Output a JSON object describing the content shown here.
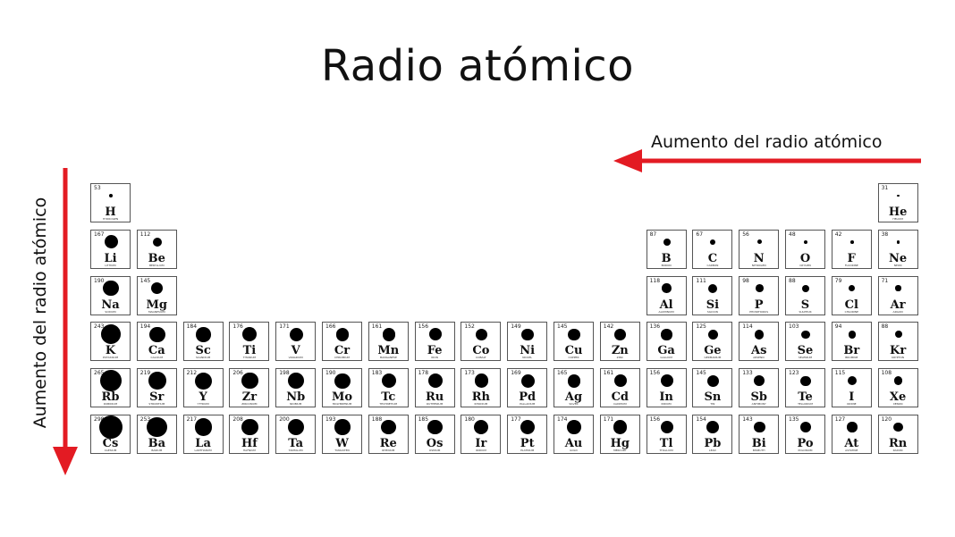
{
  "title": "Radio atómico",
  "arrows": {
    "horizontal_label": "Aumento del radio atómico",
    "vertical_label": "Aumento del radio atómico",
    "color": "#e31b23"
  },
  "elements": [
    {
      "s": "H",
      "n": "HYDROGEN",
      "r": 53,
      "row": 1,
      "col": 1
    },
    {
      "s": "He",
      "n": "HELIUM",
      "r": 31,
      "row": 1,
      "col": 18
    },
    {
      "s": "Li",
      "n": "LITHIUM",
      "r": 167,
      "row": 2,
      "col": 1
    },
    {
      "s": "Be",
      "n": "BERYLLIUM",
      "r": 112,
      "row": 2,
      "col": 2
    },
    {
      "s": "B",
      "n": "BORON",
      "r": 87,
      "row": 2,
      "col": 13
    },
    {
      "s": "C",
      "n": "CARBON",
      "r": 67,
      "row": 2,
      "col": 14
    },
    {
      "s": "N",
      "n": "NITROGEN",
      "r": 56,
      "row": 2,
      "col": 15
    },
    {
      "s": "O",
      "n": "OXYGEN",
      "r": 48,
      "row": 2,
      "col": 16
    },
    {
      "s": "F",
      "n": "FLUORINE",
      "r": 42,
      "row": 2,
      "col": 17
    },
    {
      "s": "Ne",
      "n": "NEON",
      "r": 38,
      "row": 2,
      "col": 18
    },
    {
      "s": "Na",
      "n": "SODIUM",
      "r": 190,
      "row": 3,
      "col": 1
    },
    {
      "s": "Mg",
      "n": "MAGNESIUM",
      "r": 145,
      "row": 3,
      "col": 2
    },
    {
      "s": "Al",
      "n": "ALUMINIUM",
      "r": 118,
      "row": 3,
      "col": 13
    },
    {
      "s": "Si",
      "n": "SILICON",
      "r": 111,
      "row": 3,
      "col": 14
    },
    {
      "s": "P",
      "n": "PHOSPHORUS",
      "r": 98,
      "row": 3,
      "col": 15
    },
    {
      "s": "S",
      "n": "SULPHUR",
      "r": 88,
      "row": 3,
      "col": 16
    },
    {
      "s": "Cl",
      "n": "CHLORINE",
      "r": 79,
      "row": 3,
      "col": 17
    },
    {
      "s": "Ar",
      "n": "ARGON",
      "r": 71,
      "row": 3,
      "col": 18
    },
    {
      "s": "K",
      "n": "POTASSIUM",
      "r": 243,
      "row": 4,
      "col": 1
    },
    {
      "s": "Ca",
      "n": "CALCIUM",
      "r": 194,
      "row": 4,
      "col": 2
    },
    {
      "s": "Sc",
      "n": "SCANDIUM",
      "r": 184,
      "row": 4,
      "col": 3
    },
    {
      "s": "Ti",
      "n": "TITANIUM",
      "r": 176,
      "row": 4,
      "col": 4
    },
    {
      "s": "V",
      "n": "VANADIUM",
      "r": 171,
      "row": 4,
      "col": 5
    },
    {
      "s": "Cr",
      "n": "CHROMIUM",
      "r": 166,
      "row": 4,
      "col": 6
    },
    {
      "s": "Mn",
      "n": "MANGANESE",
      "r": 161,
      "row": 4,
      "col": 7
    },
    {
      "s": "Fe",
      "n": "IRON",
      "r": 156,
      "row": 4,
      "col": 8
    },
    {
      "s": "Co",
      "n": "COBALT",
      "r": 152,
      "row": 4,
      "col": 9
    },
    {
      "s": "Ni",
      "n": "NICKEL",
      "r": 149,
      "row": 4,
      "col": 10
    },
    {
      "s": "Cu",
      "n": "COPPER",
      "r": 145,
      "row": 4,
      "col": 11
    },
    {
      "s": "Zn",
      "n": "ZINC",
      "r": 142,
      "row": 4,
      "col": 12
    },
    {
      "s": "Ga",
      "n": "GALLIUM",
      "r": 136,
      "row": 4,
      "col": 13
    },
    {
      "s": "Ge",
      "n": "GERMANIUM",
      "r": 125,
      "row": 4,
      "col": 14
    },
    {
      "s": "As",
      "n": "ARSENIC",
      "r": 114,
      "row": 4,
      "col": 15
    },
    {
      "s": "Se",
      "n": "SELENIUM",
      "r": 103,
      "row": 4,
      "col": 16
    },
    {
      "s": "Br",
      "n": "BROMINE",
      "r": 94,
      "row": 4,
      "col": 17
    },
    {
      "s": "Kr",
      "n": "KRYPTON",
      "r": 88,
      "row": 4,
      "col": 18
    },
    {
      "s": "Rb",
      "n": "RUBIDIUM",
      "r": 265,
      "row": 5,
      "col": 1
    },
    {
      "s": "Sr",
      "n": "STRONTIUM",
      "r": 219,
      "row": 5,
      "col": 2
    },
    {
      "s": "Y",
      "n": "YTTRIUM",
      "r": 212,
      "row": 5,
      "col": 3
    },
    {
      "s": "Zr",
      "n": "ZIRCONIUM",
      "r": 206,
      "row": 5,
      "col": 4
    },
    {
      "s": "Nb",
      "n": "NIOBIUM",
      "r": 198,
      "row": 5,
      "col": 5
    },
    {
      "s": "Mo",
      "n": "MOLYBDENUM",
      "r": 190,
      "row": 5,
      "col": 6
    },
    {
      "s": "Tc",
      "n": "TECHNETIUM",
      "r": 183,
      "row": 5,
      "col": 7
    },
    {
      "s": "Ru",
      "n": "RUTHENIUM",
      "r": 178,
      "row": 5,
      "col": 8
    },
    {
      "s": "Rh",
      "n": "RHODIUM",
      "r": 173,
      "row": 5,
      "col": 9
    },
    {
      "s": "Pd",
      "n": "PALLADIUM",
      "r": 169,
      "row": 5,
      "col": 10
    },
    {
      "s": "Ag",
      "n": "SILVER",
      "r": 165,
      "row": 5,
      "col": 11
    },
    {
      "s": "Cd",
      "n": "CADMIUM",
      "r": 161,
      "row": 5,
      "col": 12
    },
    {
      "s": "In",
      "n": "INDIUM",
      "r": 156,
      "row": 5,
      "col": 13
    },
    {
      "s": "Sn",
      "n": "TIN",
      "r": 145,
      "row": 5,
      "col": 14
    },
    {
      "s": "Sb",
      "n": "ANTIMONY",
      "r": 133,
      "row": 5,
      "col": 15
    },
    {
      "s": "Te",
      "n": "TELLURIUM",
      "r": 123,
      "row": 5,
      "col": 16
    },
    {
      "s": "I",
      "n": "IODINE",
      "r": 115,
      "row": 5,
      "col": 17
    },
    {
      "s": "Xe",
      "n": "XENON",
      "r": 108,
      "row": 5,
      "col": 18
    },
    {
      "s": "Cs",
      "n": "CAESIUM",
      "r": 298,
      "row": 6,
      "col": 1
    },
    {
      "s": "Ba",
      "n": "BARIUM",
      "r": 253,
      "row": 6,
      "col": 2
    },
    {
      "s": "La",
      "n": "LANTHANUM",
      "r": 217,
      "row": 6,
      "col": 3
    },
    {
      "s": "Hf",
      "n": "HAFNIUM",
      "r": 208,
      "row": 6,
      "col": 4
    },
    {
      "s": "Ta",
      "n": "TANTALUM",
      "r": 200,
      "row": 6,
      "col": 5
    },
    {
      "s": "W",
      "n": "TUNGSTEN",
      "r": 193,
      "row": 6,
      "col": 6
    },
    {
      "s": "Re",
      "n": "RHENIUM",
      "r": 188,
      "row": 6,
      "col": 7
    },
    {
      "s": "Os",
      "n": "OSMIUM",
      "r": 185,
      "row": 6,
      "col": 8
    },
    {
      "s": "Ir",
      "n": "IRIDIUM",
      "r": 180,
      "row": 6,
      "col": 9
    },
    {
      "s": "Pt",
      "n": "PLATINUM",
      "r": 177,
      "row": 6,
      "col": 10
    },
    {
      "s": "Au",
      "n": "GOLD",
      "r": 174,
      "row": 6,
      "col": 11
    },
    {
      "s": "Hg",
      "n": "MERCURY",
      "r": 171,
      "row": 6,
      "col": 12
    },
    {
      "s": "Tl",
      "n": "THALLIUM",
      "r": 156,
      "row": 6,
      "col": 13
    },
    {
      "s": "Pb",
      "n": "LEAD",
      "r": 154,
      "row": 6,
      "col": 14
    },
    {
      "s": "Bi",
      "n": "BISMUTH",
      "r": 143,
      "row": 6,
      "col": 15
    },
    {
      "s": "Po",
      "n": "POLONIUM",
      "r": 135,
      "row": 6,
      "col": 16
    },
    {
      "s": "At",
      "n": "ASTATINE",
      "r": 127,
      "row": 6,
      "col": 17
    },
    {
      "s": "Rn",
      "n": "RADON",
      "r": 120,
      "row": 6,
      "col": 18
    }
  ]
}
